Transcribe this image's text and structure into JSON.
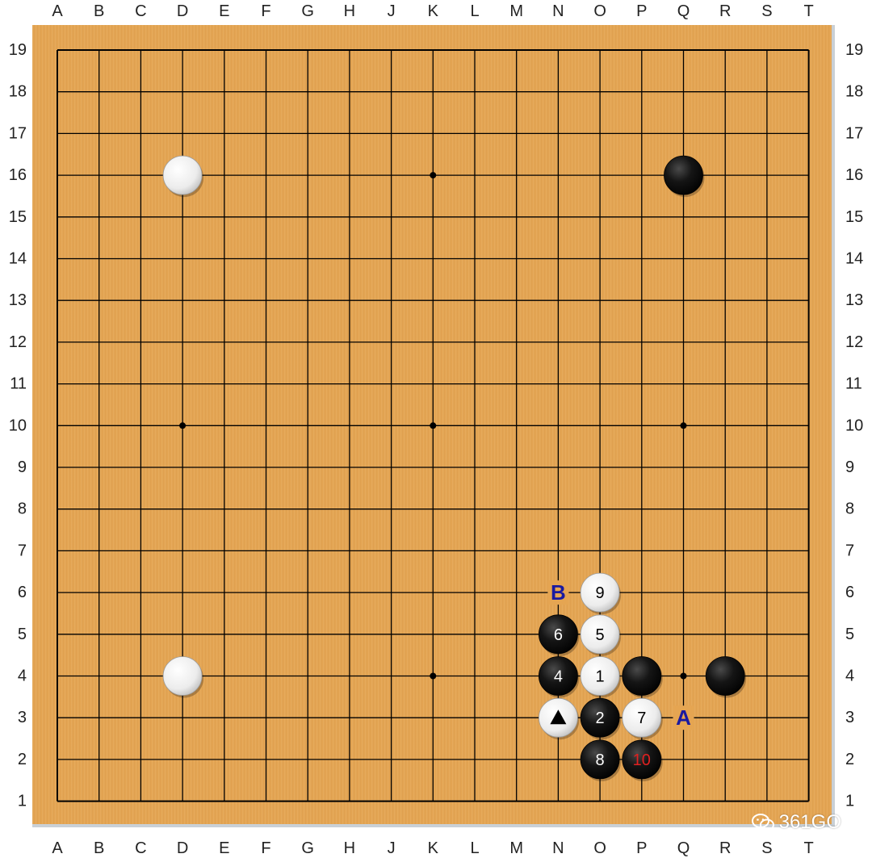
{
  "board": {
    "size": 19,
    "columns": [
      "A",
      "B",
      "C",
      "D",
      "E",
      "F",
      "G",
      "H",
      "J",
      "K",
      "L",
      "M",
      "N",
      "O",
      "P",
      "Q",
      "R",
      "S",
      "T"
    ],
    "rows": [
      "19",
      "18",
      "17",
      "16",
      "15",
      "14",
      "13",
      "12",
      "11",
      "10",
      "9",
      "8",
      "7",
      "6",
      "5",
      "4",
      "3",
      "2",
      "1"
    ],
    "star_points": [
      [
        "D",
        "16"
      ],
      [
        "K",
        "16"
      ],
      [
        "Q",
        "16"
      ],
      [
        "D",
        "10"
      ],
      [
        "K",
        "10"
      ],
      [
        "Q",
        "10"
      ],
      [
        "D",
        "4"
      ],
      [
        "K",
        "4"
      ],
      [
        "Q",
        "4"
      ]
    ]
  },
  "stones": [
    {
      "color": "white",
      "col": "D",
      "row": "16",
      "label": ""
    },
    {
      "color": "black",
      "col": "Q",
      "row": "16",
      "label": ""
    },
    {
      "color": "white",
      "col": "D",
      "row": "4",
      "label": ""
    },
    {
      "color": "black",
      "col": "P",
      "row": "4",
      "label": ""
    },
    {
      "color": "black",
      "col": "R",
      "row": "4",
      "label": ""
    },
    {
      "color": "white",
      "col": "O",
      "row": "4",
      "label": "1"
    },
    {
      "color": "black",
      "col": "O",
      "row": "3",
      "label": "2"
    },
    {
      "color": "white",
      "col": "N",
      "row": "3",
      "label": "▲",
      "marker": "triangle"
    },
    {
      "color": "black",
      "col": "N",
      "row": "4",
      "label": "4"
    },
    {
      "color": "white",
      "col": "O",
      "row": "5",
      "label": "5"
    },
    {
      "color": "black",
      "col": "N",
      "row": "5",
      "label": "6"
    },
    {
      "color": "white",
      "col": "P",
      "row": "3",
      "label": "7"
    },
    {
      "color": "black",
      "col": "O",
      "row": "2",
      "label": "8"
    },
    {
      "color": "white",
      "col": "O",
      "row": "6",
      "label": "9"
    },
    {
      "color": "black",
      "col": "P",
      "row": "2",
      "label": "10",
      "label_color": "#e02020"
    }
  ],
  "letter_marks": [
    {
      "col": "Q",
      "row": "3",
      "label": "A"
    },
    {
      "col": "N",
      "row": "6",
      "label": "B"
    }
  ],
  "watermark": {
    "text": "361GO",
    "icon": "wechat-icon"
  }
}
